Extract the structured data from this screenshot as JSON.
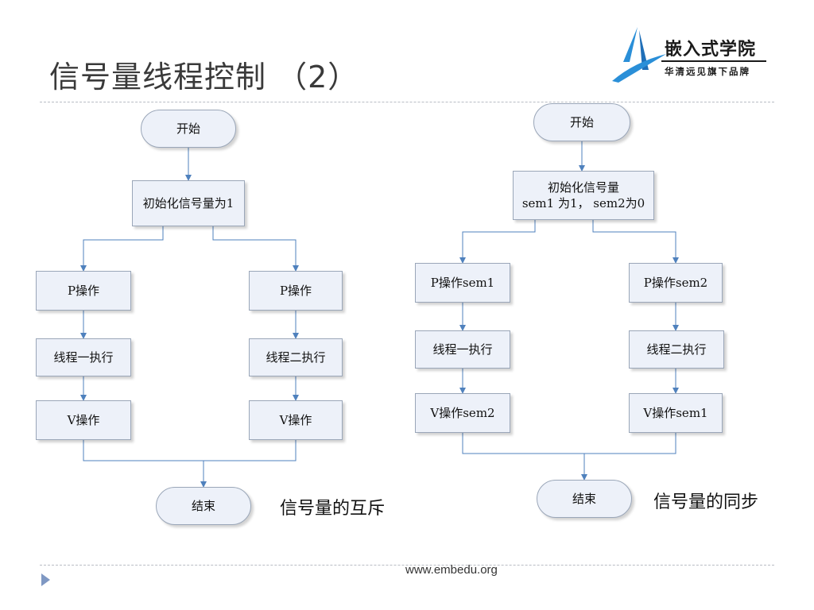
{
  "slide": {
    "title": "信号量线程控制 （2）",
    "footer_url": "www.embedu.org"
  },
  "logo": {
    "main": "嵌入式学院",
    "sub": "华清远见旗下品牌",
    "accent_color": "#2a8fd8"
  },
  "left_flow": {
    "start": "开始",
    "init": "初始化信号量为1",
    "thread1": {
      "p_op": "P操作",
      "run": "线程一执行",
      "v_op": "V操作"
    },
    "thread2": {
      "p_op": "P操作",
      "run": "线程二执行",
      "v_op": "V操作"
    },
    "end": "结束",
    "caption": "信号量的互斥"
  },
  "right_flow": {
    "start": "开始",
    "init_line1": "初始化信号量",
    "init_line2": "sem1 为1， sem2为0",
    "thread1": {
      "p_op": "P操作sem1",
      "run": "线程一执行",
      "v_op": "V操作sem2"
    },
    "thread2": {
      "p_op": "P操作sem2",
      "run": "线程二执行",
      "v_op": "V操作sem1"
    },
    "end": "结束",
    "caption": "信号量的同步"
  },
  "colors": {
    "box_fill": "#edf1f9",
    "box_border": "#9aa6b8",
    "connector": "#4f81bd",
    "divider": "#b8bcc4",
    "bullet": "#7f98c3"
  }
}
